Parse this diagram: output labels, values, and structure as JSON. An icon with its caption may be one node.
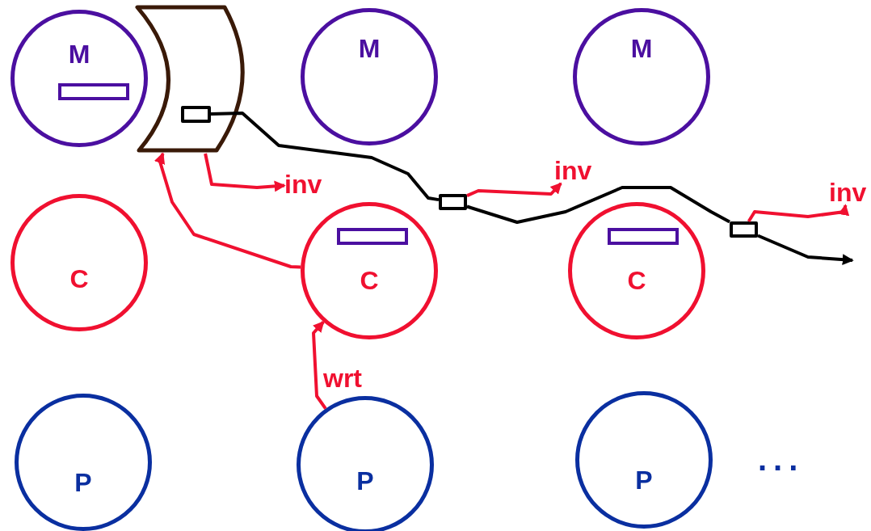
{
  "diagram": {
    "nodes": [
      {
        "text": [
          "M"
        ]
      },
      {
        "text": [],
        "shape": "bar",
        "in": 0
      },
      {
        "text": [],
        "shape": "box"
      },
      {
        "text": [],
        "shape": "box",
        "in": 2
      },
      {
        "text": [
          "M"
        ]
      },
      {
        "text": [
          "M"
        ]
      },
      {
        "text": [
          "C"
        ]
      },
      {
        "text": [
          "inv"
        ]
      },
      {
        "text": [
          "C"
        ]
      },
      {
        "text": [],
        "shape": "bar",
        "in": 8
      },
      {
        "text": [],
        "shape": "box"
      },
      {
        "text": [
          "inv"
        ]
      },
      {
        "text": [
          "C"
        ]
      },
      {
        "text": [],
        "shape": "bar",
        "in": 12
      },
      {
        "text": [],
        "shape": "box"
      },
      {
        "text": [
          "inv"
        ]
      },
      {
        "text": [
          "P"
        ]
      },
      {
        "text": [
          "P"
        ]
      },
      {
        "text": [
          "P"
        ]
      }
    ],
    "edges": [
      {
        "from": 3,
        "to": 10,
        "arrow": "none",
        "color": "#000000"
      },
      {
        "from": 10,
        "to": 14,
        "arrow": "none",
        "color": "#000000"
      },
      {
        "from": 14,
        "to": null,
        "arrow": "to",
        "color": "#000000"
      },
      {
        "from": 2,
        "to": 7,
        "arrow": "to"
      },
      {
        "from": 10,
        "to": 11,
        "arrow": "to"
      },
      {
        "from": 14,
        "to": 15,
        "arrow": "to"
      },
      {
        "from": 8,
        "to": 2,
        "arrow": "to"
      },
      {
        "from": 17,
        "to": 8,
        "arrow": "to",
        "label": "wrt"
      }
    ],
    "labels": [
      "..."
    ]
  }
}
